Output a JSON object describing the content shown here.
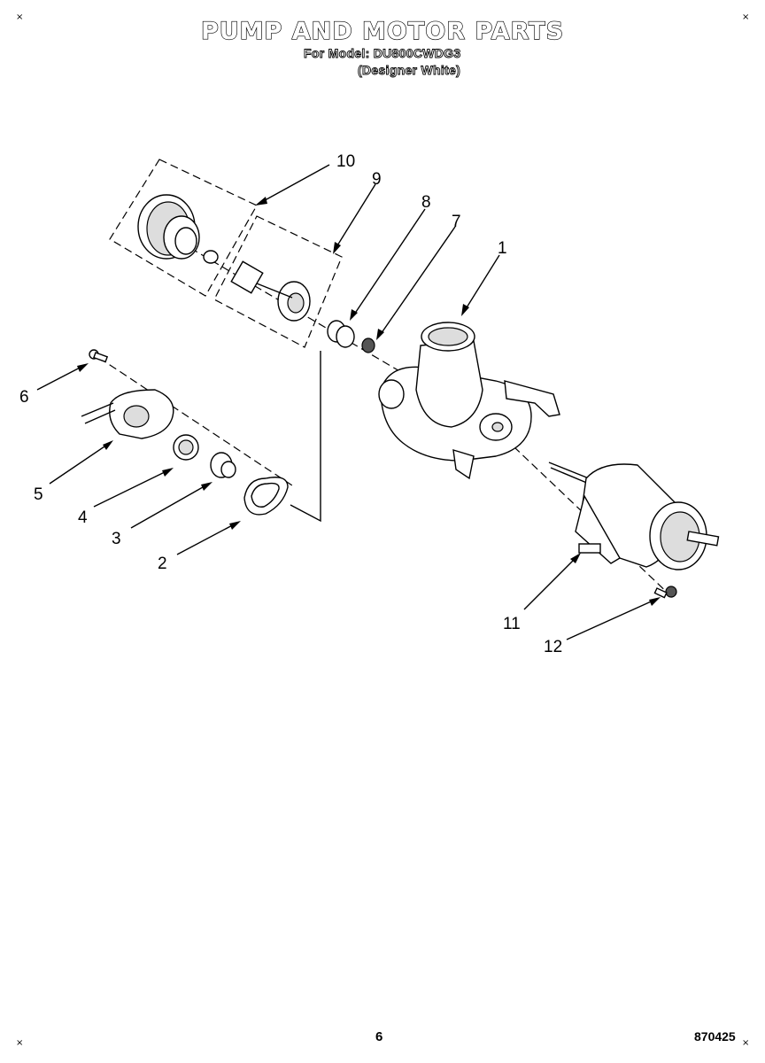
{
  "header": {
    "title": "PUMP AND MOTOR PARTS",
    "model_line": "For Model: DU800CWDG3",
    "color_line": "(Designer White)"
  },
  "footer": {
    "page_number": "6",
    "doc_number": "870425",
    "corner_mark": "×"
  },
  "callouts": {
    "c1": "1",
    "c2": "2",
    "c3": "3",
    "c4": "4",
    "c5": "5",
    "c6": "6",
    "c7": "7",
    "c8": "8",
    "c9": "9",
    "c10": "10",
    "c11": "11",
    "c12": "12"
  }
}
